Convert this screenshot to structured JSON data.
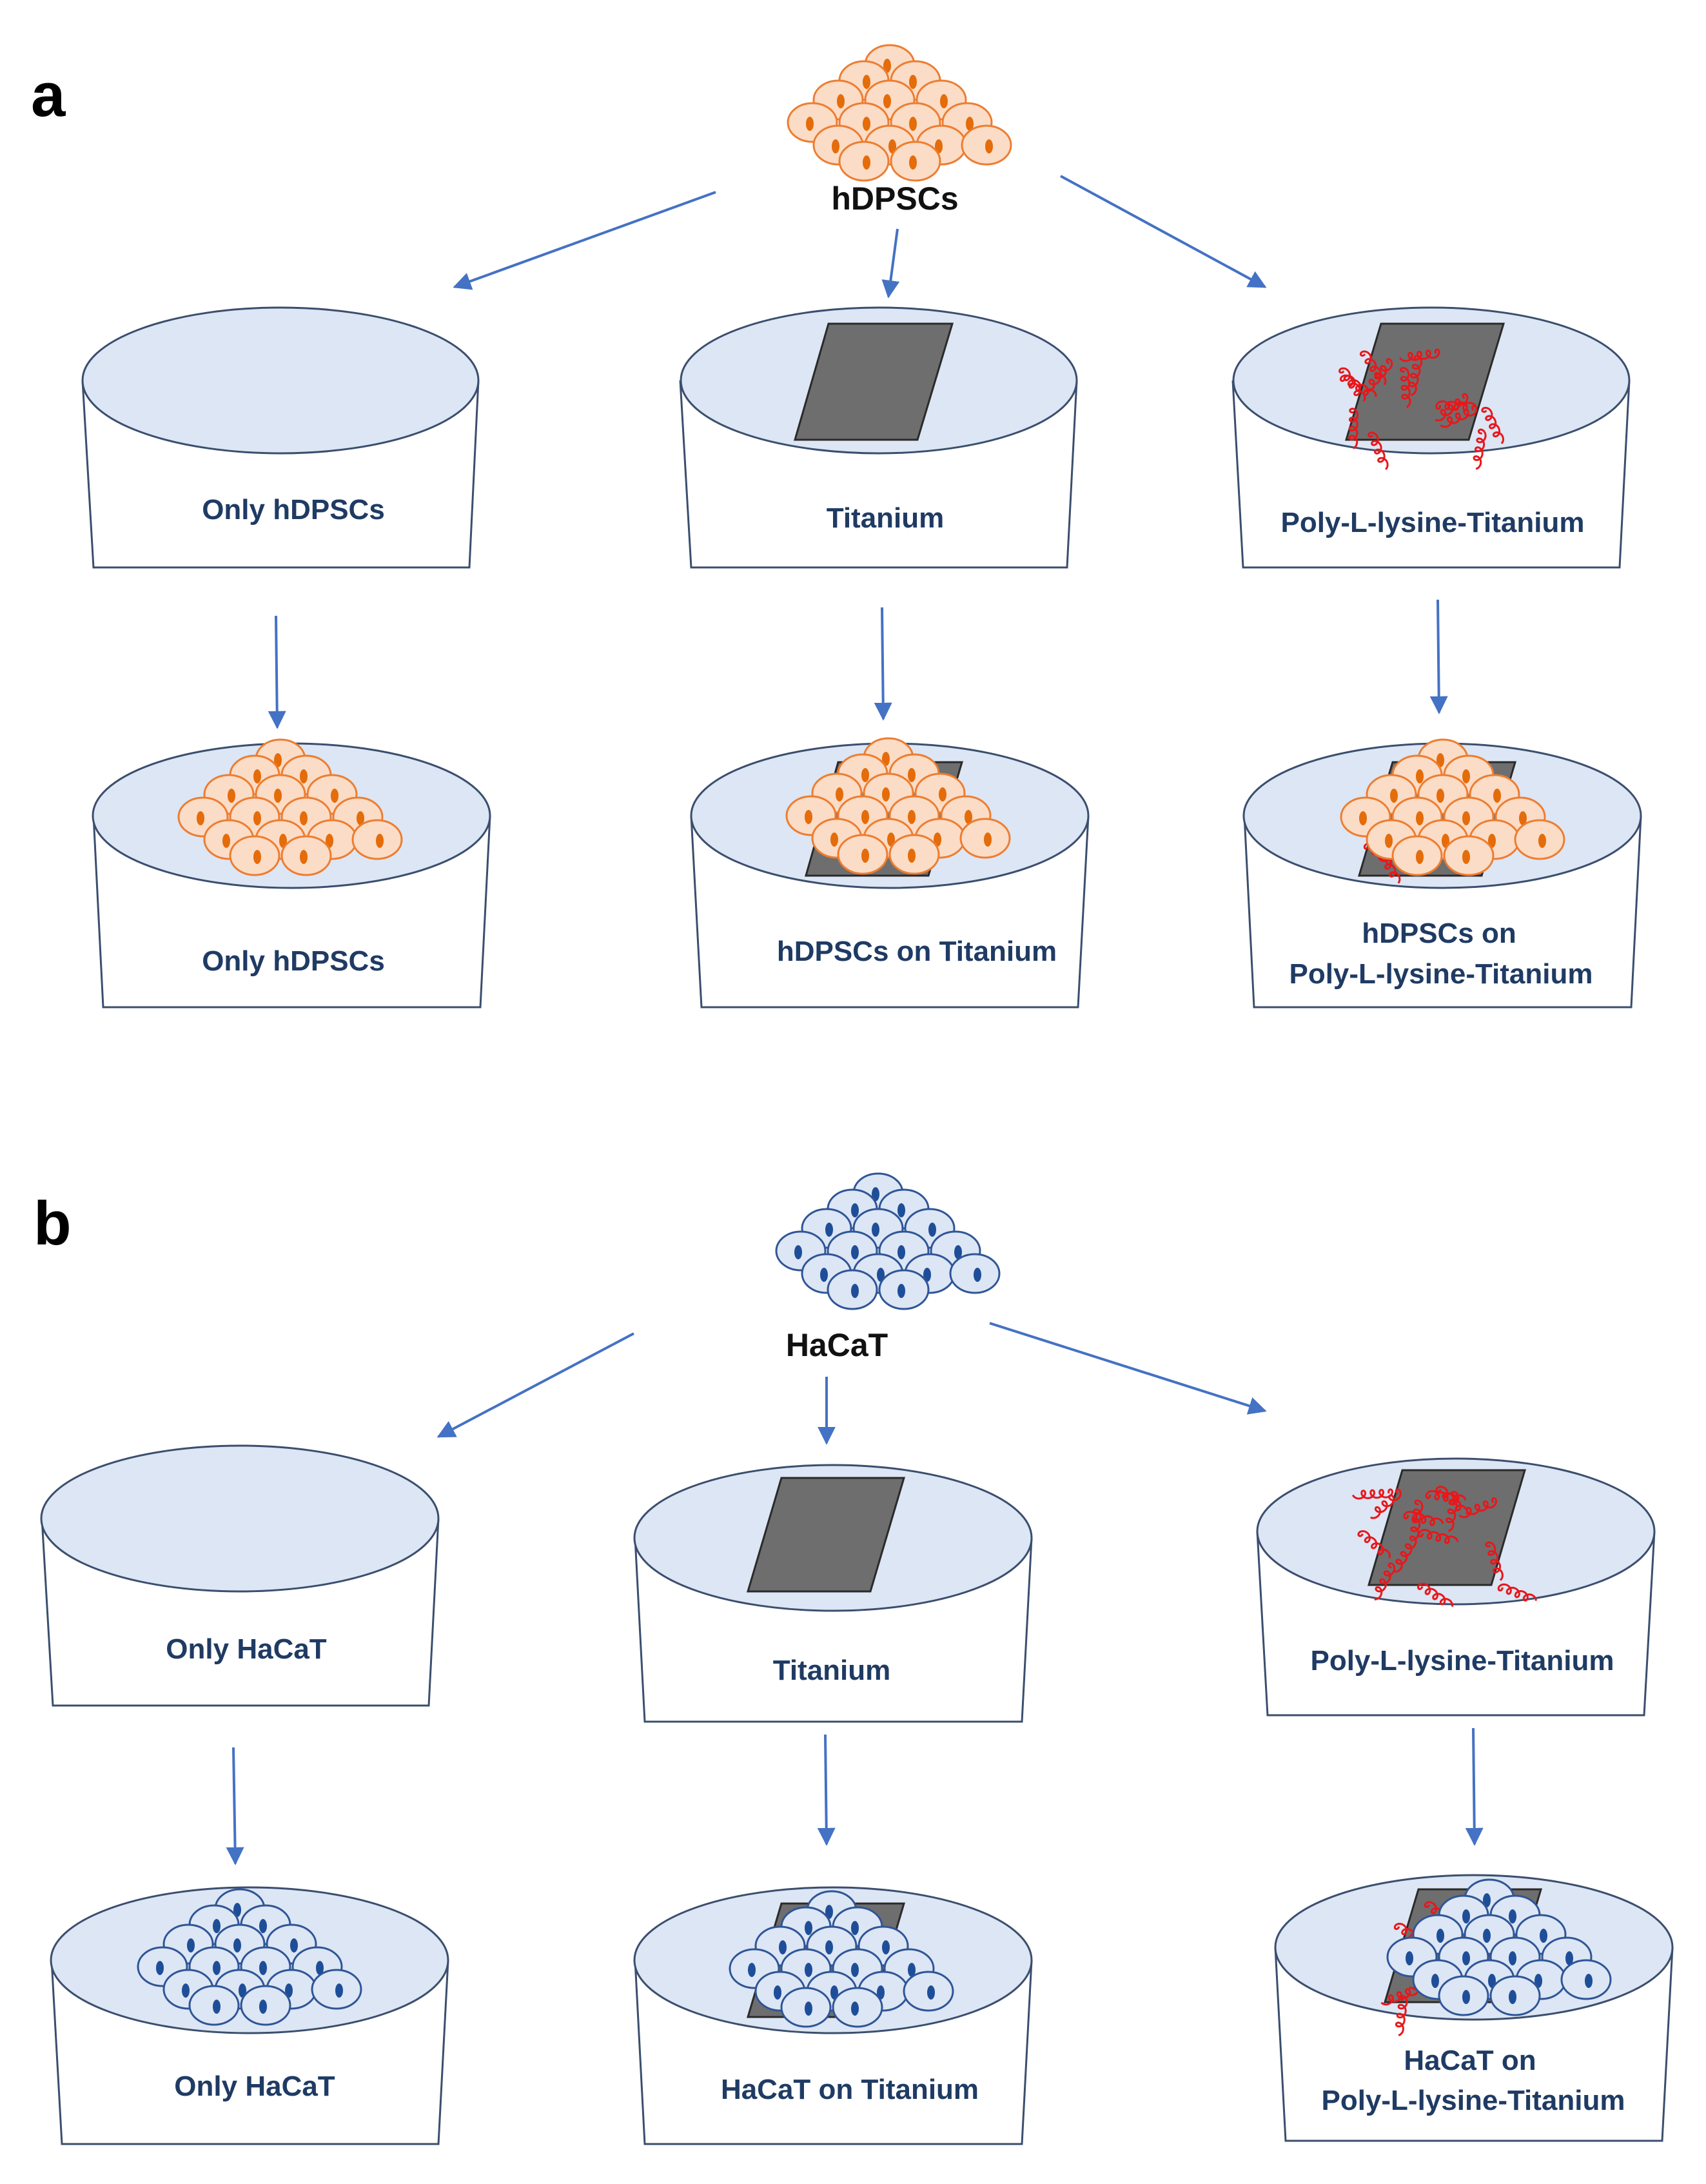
{
  "colors": {
    "dish_top": "#DCE6F4",
    "dish_stroke": "#3B4E6E",
    "arrow": "#4472C4",
    "titanium": "#6E6E6E",
    "polylysine": "#E8171B",
    "hdpsc_cell_fill": "#FBDCC6",
    "hdpsc_cell_stroke": "#ED7D31",
    "hdpsc_nucleus": "#E46C0A",
    "hacat_cell_fill": "#DCE6F4",
    "hacat_cell_stroke": "#2F5597",
    "hacat_nucleus": "#1F4E99",
    "label_text": "#1F3B64"
  },
  "panel_a": {
    "label": "a",
    "source": "hDPSCs",
    "top_row": [
      "Only hDPSCs",
      "Titanium",
      "Poly-L-lysine-Titanium"
    ],
    "bottom_row": [
      "Only hDPSCs",
      "hDPSCs on Titanium",
      "hDPSCs on",
      "Poly-L-lysine-Titanium"
    ]
  },
  "panel_b": {
    "label": "b",
    "source": "HaCaT",
    "top_row": [
      "Only HaCaT",
      "Titanium",
      "Poly-L-lysine-Titanium"
    ],
    "bottom_row": [
      "Only HaCaT",
      "HaCaT on Titanium",
      "HaCaT on",
      "Poly-L-lysine-Titanium"
    ]
  }
}
